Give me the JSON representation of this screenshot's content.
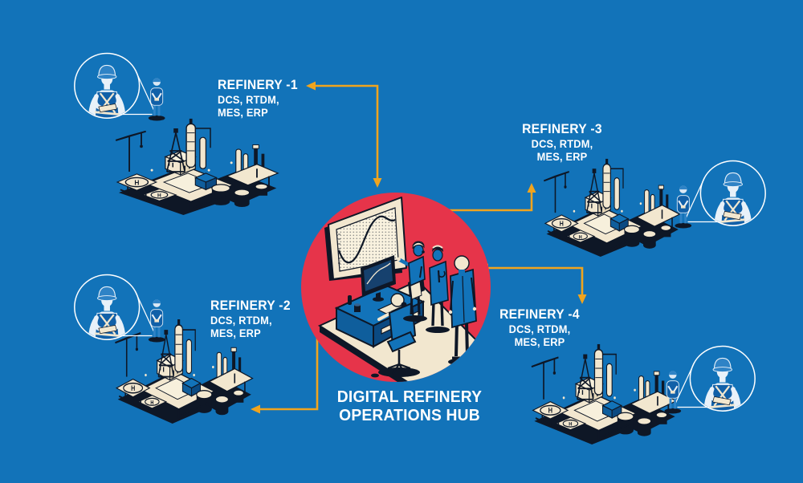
{
  "colors": {
    "background": "#1273B9",
    "hub_circle": "#E6344A",
    "arrow": "#F0A41E",
    "text": "#FFFFFF",
    "illustration_cream": "#F2E7CF",
    "illustration_navy": "#0E1726"
  },
  "title": {
    "line1": "DIGITAL REFINERY",
    "line2": "OPERATIONS HUB"
  },
  "refineries": [
    {
      "name": "REFINERY -1",
      "systems_line1": "DCS, RTDM,",
      "systems_line2": "MES, ERP"
    },
    {
      "name": "REFINERY -2",
      "systems_line1": "DCS, RTDM,",
      "systems_line2": "MES, ERP"
    },
    {
      "name": "REFINERY -3",
      "systems_line1": "DCS, RTDM,",
      "systems_line2": "MES, ERP"
    },
    {
      "name": "REFINERY -4",
      "systems_line1": "DCS, RTDM,",
      "systems_line2": "MES, ERP"
    }
  ],
  "illustration": {
    "helipad_label": "H"
  }
}
